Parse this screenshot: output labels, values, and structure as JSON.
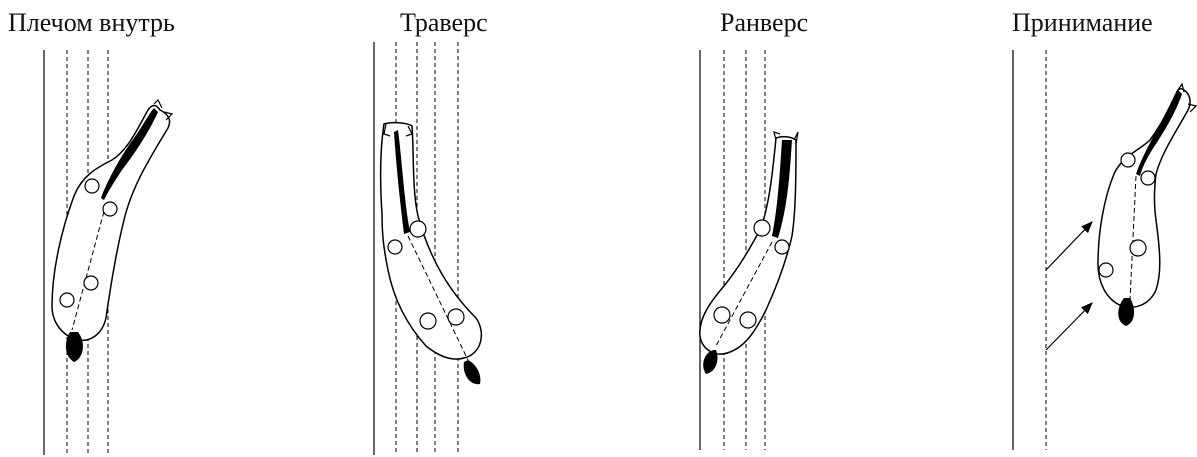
{
  "panels": [
    {
      "title": "Плечом внутрь"
    },
    {
      "title": "Траверс"
    },
    {
      "title": "Ранверс"
    },
    {
      "title": "Принимание"
    }
  ],
  "colors": {
    "ink": "#000000",
    "background": "#ffffff"
  }
}
